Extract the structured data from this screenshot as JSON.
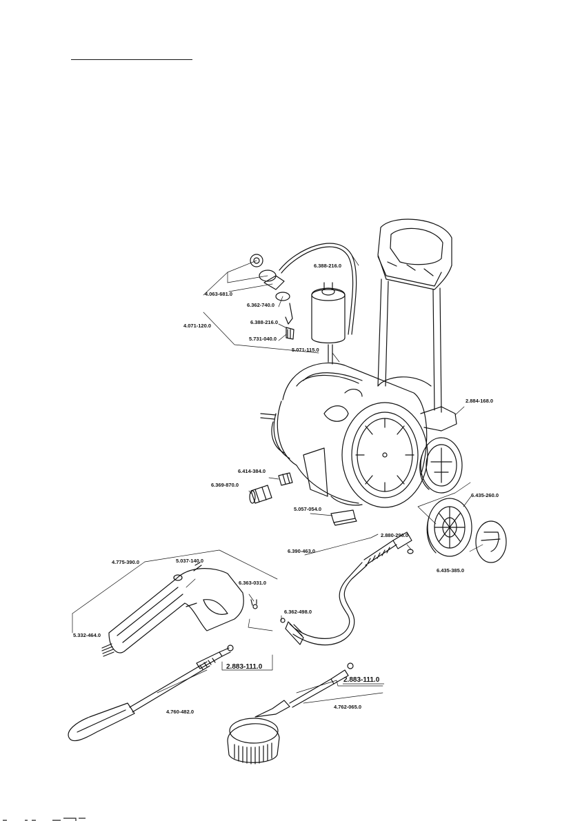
{
  "parts": {
    "hose_top": "6.388-216.0",
    "valve_assembly": "4.063-681.0",
    "detergent_unit": "4.071-120.0",
    "valve_small": "6.362-740.0",
    "hose_small": "6.388-216.0",
    "filter": "5.731-040.0",
    "bottle": "5.071-115.0",
    "side_connector": "2.884-168.0",
    "nipple": "6.414-384.0",
    "coupling": "6.369-870.0",
    "block": "5.057-054.0",
    "wheel": "6.435-260.0",
    "hose_assembly": "6.390-463.0",
    "o_ring_hose": "2.880-296.0",
    "wheel_cap": "6.435-385.0",
    "gun": "4.775-390.0",
    "gun_clip": "5.037-140.0",
    "gun_ring": "6.363-031.0",
    "o_ring_gun": "6.362-498.0",
    "spring": "5.332-464.0",
    "seal_lance": "2.883-111.0",
    "lance": "4.760-482.0",
    "seal_brush": "2.883-111.0",
    "brush": "4.762-065.0"
  }
}
